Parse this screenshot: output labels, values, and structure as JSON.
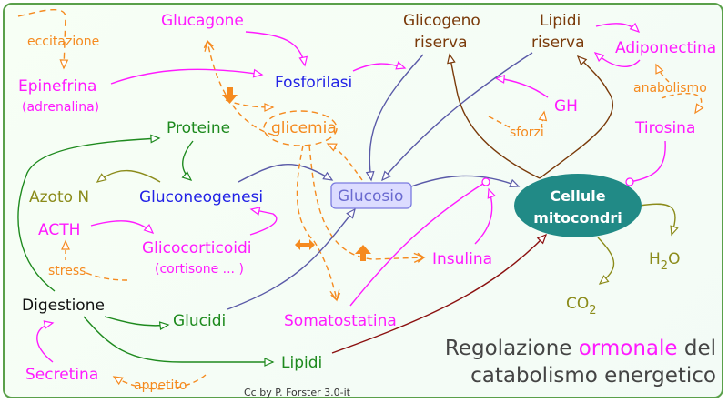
{
  "colors": {
    "magenta": "#ff1aff",
    "orange": "#f58a1f",
    "green": "#1e8a1e",
    "olive": "#8b8b1a",
    "blue": "#2222e6",
    "navy": "#5a5aa8",
    "brown": "#7a3a0a",
    "darkred": "#8b1010",
    "teal": "#218a86",
    "frame": "#5aa04a"
  },
  "nodes": {
    "eccitazione": "eccitazione",
    "epinefrina": "Epinefrina",
    "adrenalina": "(adrenalina)",
    "glucagone": "Glucagone",
    "fosforilasi": "Fosforilasi",
    "glicogeno": "Glicogeno",
    "glicogeno_riserva": "riserva",
    "lipidi_top": "Lipidi",
    "lipidi_riserva": "riserva",
    "adiponectina": "Adiponectina",
    "anabolismo": "anabolismo",
    "tirosina": "Tirosina",
    "gh": "GH",
    "sforzi": "sforzi",
    "proteine": "Proteine",
    "glicemia": "glicemia",
    "azoto": "Azoto N",
    "gluconeogenesi": "Gluconeogenesi",
    "glucosio": "Glucosio",
    "cellule": "Cellule",
    "mitocondri": "mitocondri",
    "acth": "ACTH",
    "glicocorticoidi": "Glicocorticoidi",
    "cortisone": "(cortisone ... )",
    "stress": "stress",
    "insulina": "Insulina",
    "h2o_h": "H",
    "h2o_2": "2",
    "h2o_o": "O",
    "co2_co": "CO",
    "co2_2": "2",
    "digestione": "Digestione",
    "glucidi": "Glucidi",
    "somatostatina": "Somatostatina",
    "secretina": "Secretina",
    "appetito": "appetito",
    "lipidi_bottom": "Lipidi"
  },
  "title": {
    "line1_a": "Regolazione ",
    "line1_b": "ormonale",
    "line1_c": " del",
    "line2": "catabolismo energetico"
  },
  "credit": "Cc by P. Forster 3.0-it"
}
